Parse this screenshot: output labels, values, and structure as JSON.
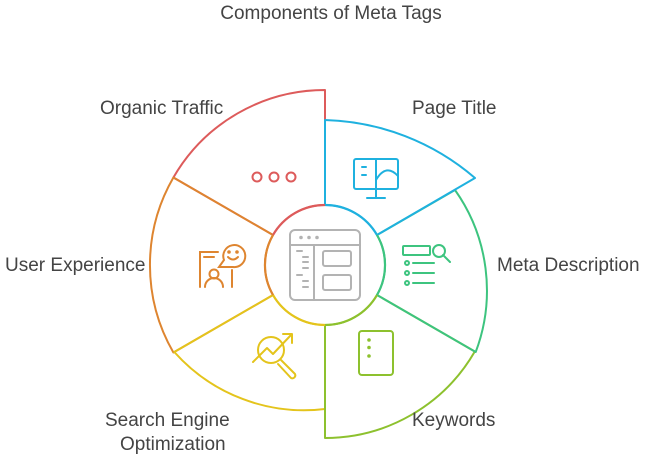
{
  "title": "Components of Meta Tags",
  "center": {
    "icon": "browser-window-icon",
    "color": "#b3b3b3"
  },
  "segments": [
    {
      "id": "page-title",
      "label": "Page Title",
      "color": "#1fb1df",
      "icon": "monitor-chart-icon"
    },
    {
      "id": "meta-description",
      "label": "Meta Description",
      "color": "#3dc47f",
      "icon": "search-list-icon"
    },
    {
      "id": "keywords",
      "label": "Keywords",
      "color": "#8dc12e",
      "icon": "document-dots-icon"
    },
    {
      "id": "seo",
      "label_line1": "Search Engine",
      "label_line2": "Optimization",
      "color": "#e4c41c",
      "icon": "search-trend-icon"
    },
    {
      "id": "user-experience",
      "label": "User Experience",
      "color": "#de8530",
      "icon": "user-feedback-icon"
    },
    {
      "id": "organic-traffic",
      "label": "Organic Traffic",
      "color": "#dd5b5b",
      "icon": "three-dots-icon"
    }
  ]
}
